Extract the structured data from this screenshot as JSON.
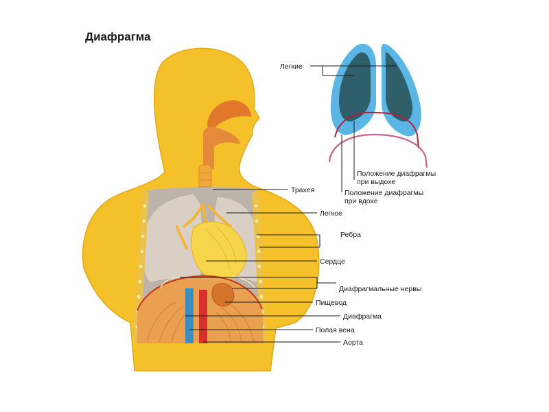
{
  "title": "Диафрагма",
  "inset": {
    "lungs": "Легкие",
    "exhale_line1": "Положение диафрагмы",
    "exhale_line2": "при выдохе",
    "inhale_line1": "Положение диафрагмы",
    "inhale_line2": "при вдохе"
  },
  "labels": {
    "trachea": "Трахея",
    "lung": "Легкое",
    "ribs": "Ребра",
    "heart": "Сердце",
    "phrenic_nerves": "Диафрагмальные нервы",
    "esophagus": "Пищевод",
    "diaphragm": "Диафрагма",
    "vena_cava": "Полая вена",
    "aorta": "Аорта"
  },
  "colors": {
    "body": "#f5c12a",
    "skin_outline": "#e0a818",
    "lung_fill": "#d8cdc2",
    "diaphragm": "#e89a4a",
    "vena_cava": "#3a8fc0",
    "aorta": "#d8302a",
    "inset_lung_outer": "#5bb6e6",
    "inset_lung_inner": "#2f5f6a",
    "inset_exhale": "#b0203a",
    "inset_inhale": "#c7608a"
  }
}
